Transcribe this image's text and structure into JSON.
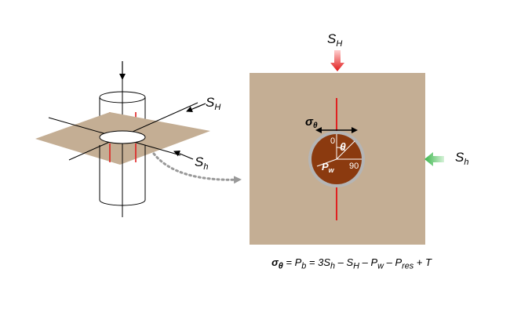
{
  "colors": {
    "rock": "#c4ae94",
    "borehole_fill": "#8b3a0f",
    "borehole_ring": "#b5b5b5",
    "fracture": "#e02020",
    "arrow_SH": "#e01818",
    "arrow_Sh": "#39b54a",
    "dotted_arrow": "#999999"
  },
  "left_figure": {
    "SH": "S",
    "SH_sub": "H",
    "Sh": "S",
    "Sh_sub": "h"
  },
  "right_figure": {
    "SH": "S",
    "SH_sub": "H",
    "Sh": "S",
    "Sh_sub": "h",
    "sigma": "σ",
    "sigma_sub": "θ",
    "theta": "θ",
    "angle_0": "0",
    "angle_90": "90",
    "Pw": "P",
    "Pw_sub": "w"
  },
  "equation": {
    "lhs": "σ",
    "lhs_sub": "θ",
    "eq1": " = ",
    "Pb": "P",
    "Pb_sub": "b",
    "eq2": " = 3",
    "S1": "S",
    "S1_sub": "h",
    "op1": " – ",
    "S2": "S",
    "S2_sub": "H",
    "op2": " – ",
    "Pw": "P",
    "Pw_sub": "w",
    "op3": " – ",
    "Pres": "P",
    "Pres_sub": "res",
    "op4": " + ",
    "T": "T"
  }
}
